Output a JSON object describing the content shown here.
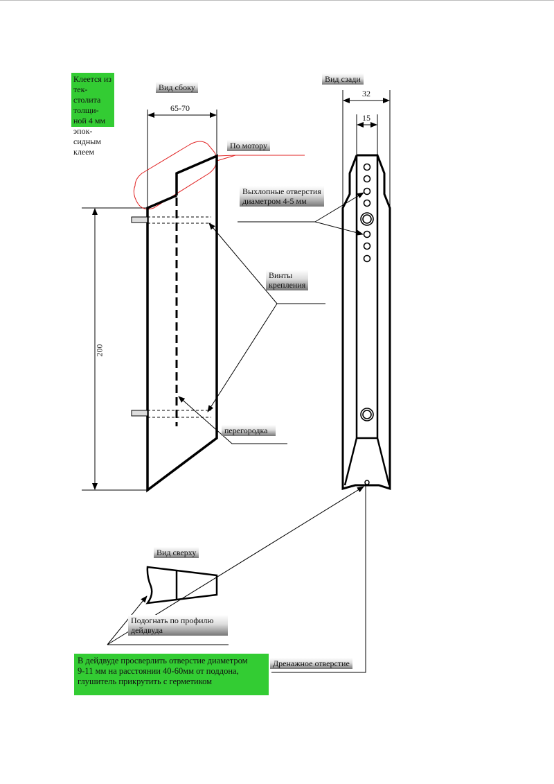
{
  "notes": {
    "glue_note": "Клеется из текстолита толщиной 4 мм эпоксидным клеем",
    "glue_note_lines": [
      "Клеется из тек-",
      "столита толщи-",
      "ной 4 мм эпок-",
      "сидным клеем"
    ],
    "drill_note_lines": [
      "В дейдвуде просверлить отверстие диаметром",
      "9-11 мм на расстоянии 40-60мм от поддона,",
      "глушитель прикрутить с герметиком"
    ]
  },
  "labels": {
    "side_view": "Вид сбоку",
    "back_view": "Вид сзади",
    "top_view": "Вид сверху",
    "motor": "По мотору",
    "exhaust_lines": [
      "Выхлопные отверстия",
      "диаметром 4-5 мм"
    ],
    "screws_lines": [
      "Винты",
      "крепления"
    ],
    "partition": "перегородка",
    "fit_lines": [
      "Подогнать по профилю",
      "дейдвуда"
    ],
    "drain": "Дренажное отверстие"
  },
  "dimensions": {
    "side_width": "65-70",
    "height": "200",
    "back_width": "32",
    "channel_width": "15"
  },
  "colors": {
    "note_bg": "#33cc33",
    "highlight": "#e02020"
  }
}
